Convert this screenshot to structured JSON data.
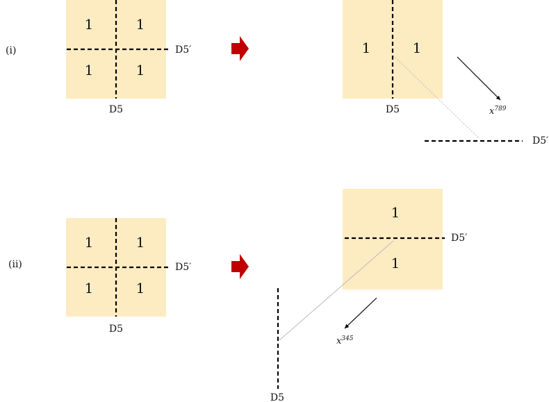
{
  "rows": [
    {
      "label": "(i)",
      "before": {
        "cells": [
          "1",
          "1",
          "1",
          "1"
        ],
        "horizontal_label": "D5′",
        "vertical_label": "D5"
      },
      "after": {
        "cells": [
          "1",
          "1"
        ],
        "vertical_label": "D5",
        "moved_label": "D5′",
        "arrow_label": "x",
        "arrow_sup": "789"
      }
    },
    {
      "label": "(ii)",
      "before": {
        "cells": [
          "1",
          "1",
          "1",
          "1"
        ],
        "horizontal_label": "D5′",
        "vertical_label": "D5"
      },
      "after": {
        "cells": [
          "1",
          "1"
        ],
        "horizontal_label": "D5′",
        "moved_label": "D5",
        "arrow_label": "x",
        "arrow_sup": "345"
      }
    }
  ],
  "colors": {
    "tile": "#fdebc1",
    "arrow": "#c00000",
    "line": "#000000"
  }
}
